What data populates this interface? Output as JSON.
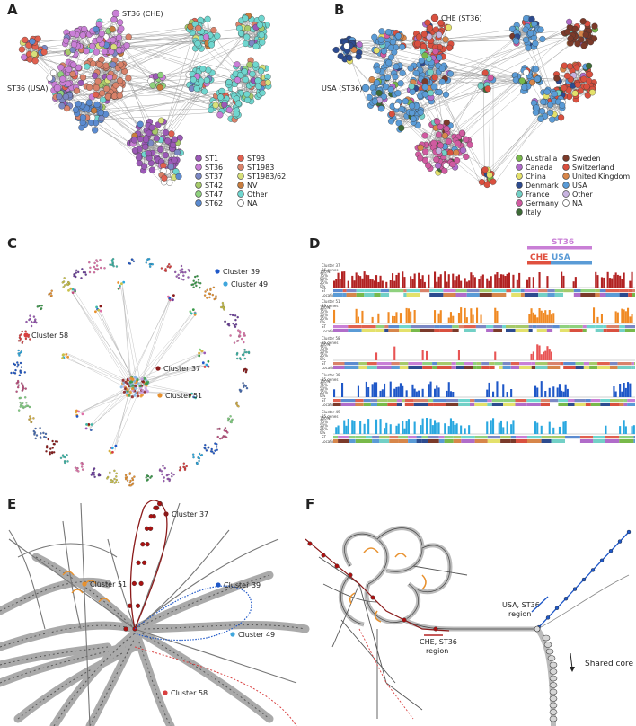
{
  "panels": {
    "a": {
      "letter": "A",
      "callout_top": "ST36 (CHE)",
      "callout_left": "ST36 (USA)",
      "legend": [
        {
          "label": "ST1",
          "color": "#9b59b6"
        },
        {
          "label": "ST36",
          "color": "#c97fd6"
        },
        {
          "label": "ST37",
          "color": "#7b88c4"
        },
        {
          "label": "ST42",
          "color": "#a6c96a"
        },
        {
          "label": "ST47",
          "color": "#8fd17e"
        },
        {
          "label": "ST62",
          "color": "#5b8bd0"
        },
        {
          "label": "ST93",
          "color": "#e0604f"
        },
        {
          "label": "ST1983",
          "color": "#d9826a"
        },
        {
          "label": "ST1983/62",
          "color": "#d7e07a"
        },
        {
          "label": "NV",
          "color": "#c77c3e"
        },
        {
          "label": "Other",
          "color": "#6fd6cf"
        },
        {
          "label": "NA",
          "color": "#ffffff"
        }
      ]
    },
    "b": {
      "letter": "B",
      "callout_top": "CHE (ST36)",
      "callout_left": "USA (ST36)",
      "legend": [
        {
          "label": "Australia",
          "color": "#78b94a"
        },
        {
          "label": "Canada",
          "color": "#b06cc9"
        },
        {
          "label": "China",
          "color": "#e4e16b"
        },
        {
          "label": "Denmark",
          "color": "#2d4b8f"
        },
        {
          "label": "France",
          "color": "#72d0c6"
        },
        {
          "label": "Germany",
          "color": "#d05aa0"
        },
        {
          "label": "Italy",
          "color": "#3d6b37"
        },
        {
          "label": "Sweden",
          "color": "#7b3a2a"
        },
        {
          "label": "Switzerland",
          "color": "#d9503f"
        },
        {
          "label": "United Kingdom",
          "color": "#d7864a"
        },
        {
          "label": "USA",
          "color": "#5a9bd6"
        },
        {
          "label": "Other",
          "color": "#c8b4e0"
        },
        {
          "label": "NA",
          "color": "#ffffff"
        }
      ]
    },
    "c": {
      "letter": "C",
      "clusters": [
        "Cluster 39",
        "Cluster 49",
        "Cluster 58",
        "Cluster 37",
        "Cluster 51"
      ]
    },
    "d": {
      "letter": "D",
      "st_label": "ST36",
      "che_label": "CHE",
      "usa_label": "USA",
      "tracks": [
        {
          "name": "Cluster 37",
          "genes": "36 genes",
          "color": "#b22222"
        },
        {
          "name": "Cluster 51",
          "genes": "39 genes",
          "color": "#f08a24"
        },
        {
          "name": "Cluster 58",
          "genes": "26 genes",
          "color": "#e85555"
        },
        {
          "name": "Cluster 39",
          "genes": "35 genes",
          "color": "#1f58c8"
        },
        {
          "name": "Cluster 49",
          "genes": "35 genes",
          "color": "#2aa8e0"
        }
      ],
      "row_labels": {
        "st": "ST",
        "location": "Location"
      },
      "yticks": [
        "100%",
        "75%",
        "50%",
        "25%",
        "0%"
      ]
    },
    "e": {
      "letter": "E",
      "clusters": [
        "Cluster 37",
        "Cluster 51",
        "Cluster 39",
        "Cluster 49",
        "Cluster 58"
      ]
    },
    "f": {
      "letter": "F",
      "label_usa": "USA, ST36",
      "label_usa2": "region",
      "label_che": "CHE, ST36",
      "label_che2": "region",
      "label_core": "Shared core region"
    }
  },
  "colors": {
    "cluster37": "#b22222",
    "cluster51": "#e8912e",
    "cluster58": "#d94040",
    "cluster39": "#1f58c8",
    "cluster49": "#3fa6dc"
  }
}
